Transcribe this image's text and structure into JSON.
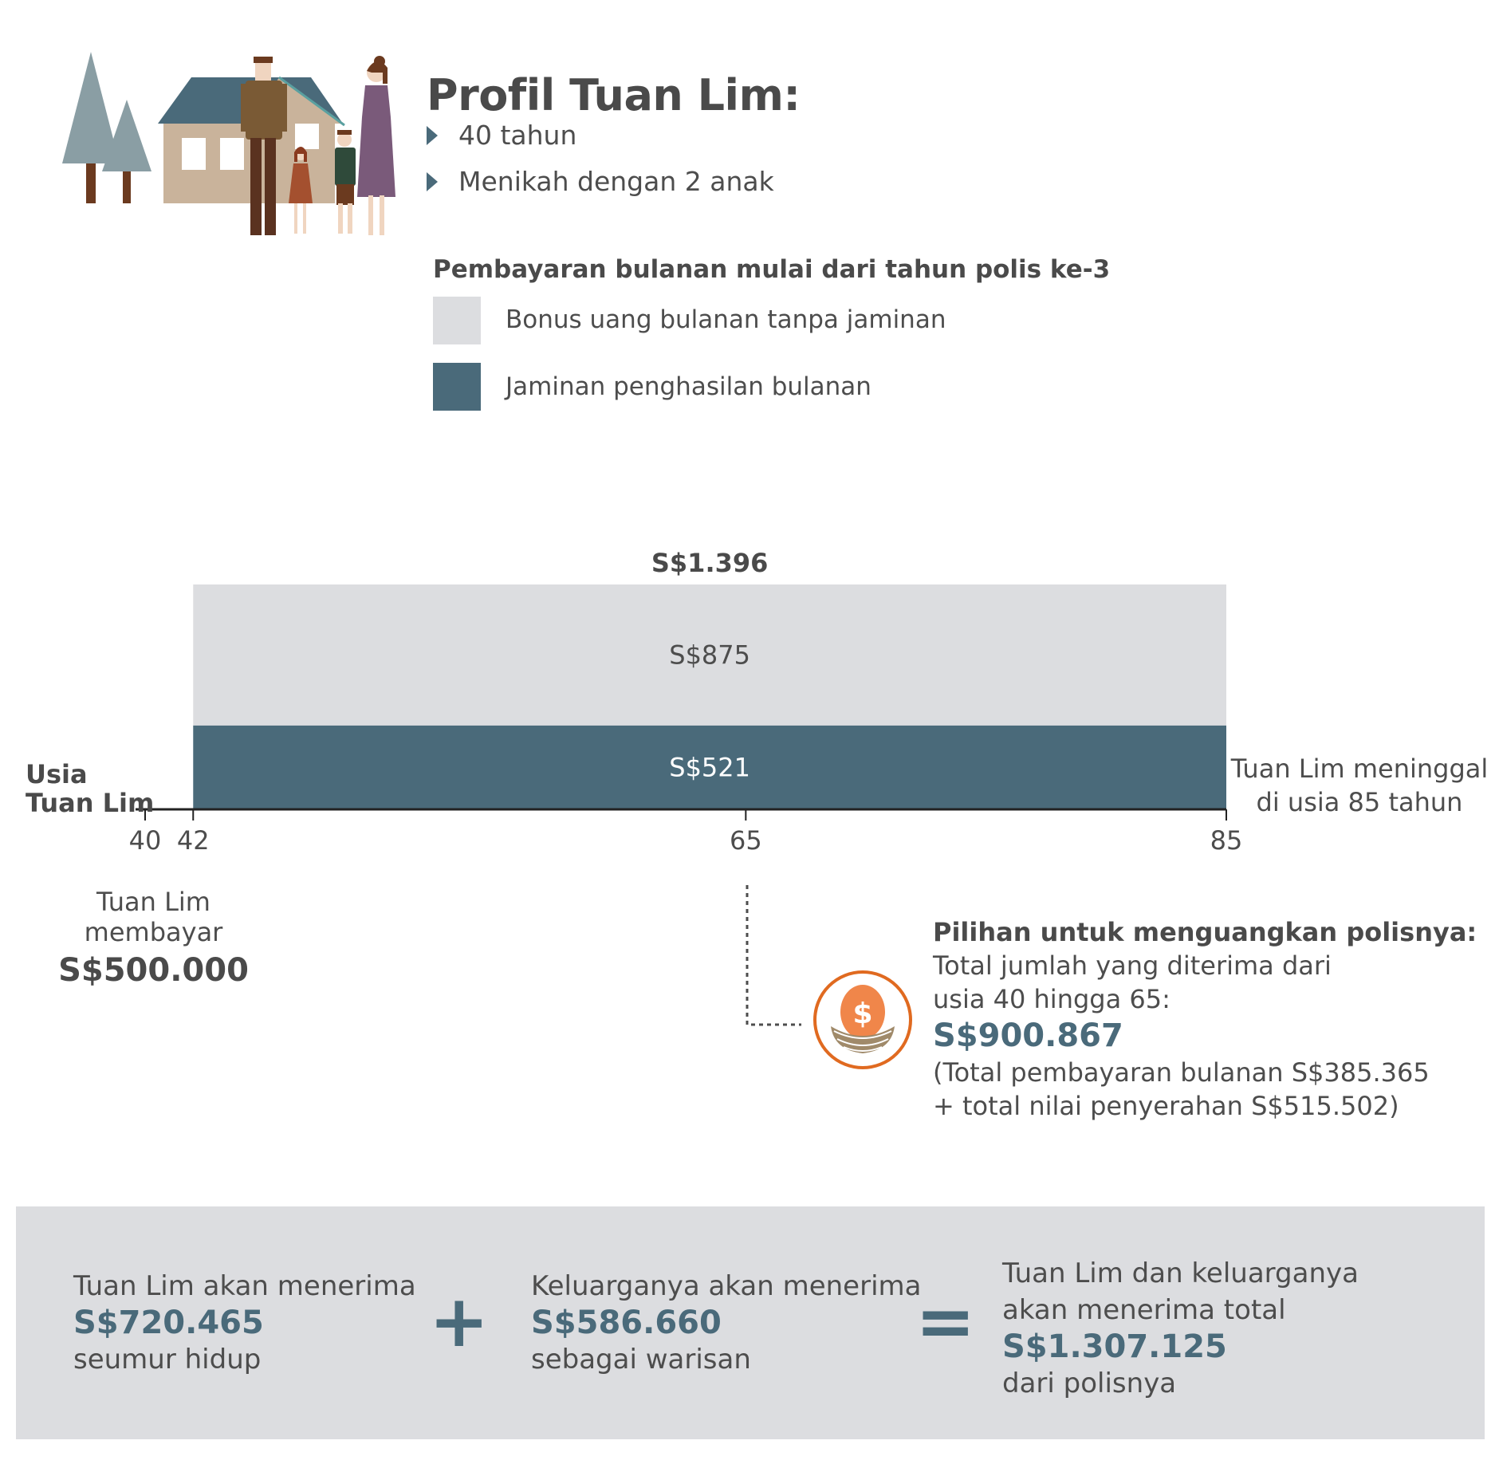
{
  "profile": {
    "title": "Profil Tuan Lim:",
    "bullets": [
      "40 tahun",
      "Menikah dengan 2 anak"
    ]
  },
  "legend": {
    "title": "Pembayaran bulanan mulai dari tahun polis ke-3",
    "items": [
      {
        "label": "Bonus uang bulanan tanpa jaminan",
        "color": "#dcdde0"
      },
      {
        "label": "Jaminan penghasilan bulanan",
        "color": "#4a6a7a"
      }
    ]
  },
  "chart_data": {
    "type": "bar",
    "orientation": "stacked-horizontal-band",
    "x": {
      "ticks": [
        40,
        42,
        65,
        85
      ],
      "range": [
        40,
        85
      ],
      "label": "Usia Tuan Lim"
    },
    "span": [
      42,
      85
    ],
    "series": [
      {
        "name": "Jaminan penghasilan bulanan",
        "value": 521,
        "label": "S$521",
        "color": "#4a6a7a"
      },
      {
        "name": "Bonus uang bulanan tanpa jaminan",
        "value": 875,
        "label": "S$875",
        "color": "#dcdde0"
      }
    ],
    "total_label": "S$1.396",
    "annotations": {
      "axis_title_line1": "Usia",
      "axis_title_line2": "Tuan Lim",
      "end_line1": "Tuan Lim meninggal",
      "end_line2": "di usia 85 tahun",
      "payment_text": "Tuan Lim membayar",
      "payment_amount": "S$500.000"
    }
  },
  "option": {
    "title": "Pilihan untuk menguangkan polisnya:",
    "line1": "Total jumlah yang diterima dari",
    "line2": "usia 40 hingga 65:",
    "amount": "S$900.867",
    "detail1": "(Total pembayaran bulanan S$385.365",
    "detail2": "+ total nilai penyerahan S$515.502)",
    "icon": "nest-egg-dollar-icon"
  },
  "summary": {
    "col1": {
      "line1": "Tuan Lim akan menerima",
      "amount": "S$720.465",
      "line2": "seumur hidup"
    },
    "plus": "+",
    "col2": {
      "line1": "Keluarganya akan menerima",
      "amount": "S$586.660",
      "line2": "sebagai warisan"
    },
    "equals": "=",
    "col3": {
      "line1": "Tuan Lim dan keluarganya",
      "line2": "akan menerima total",
      "amount": "S$1.307.125",
      "line3": "dari polisnya"
    }
  }
}
